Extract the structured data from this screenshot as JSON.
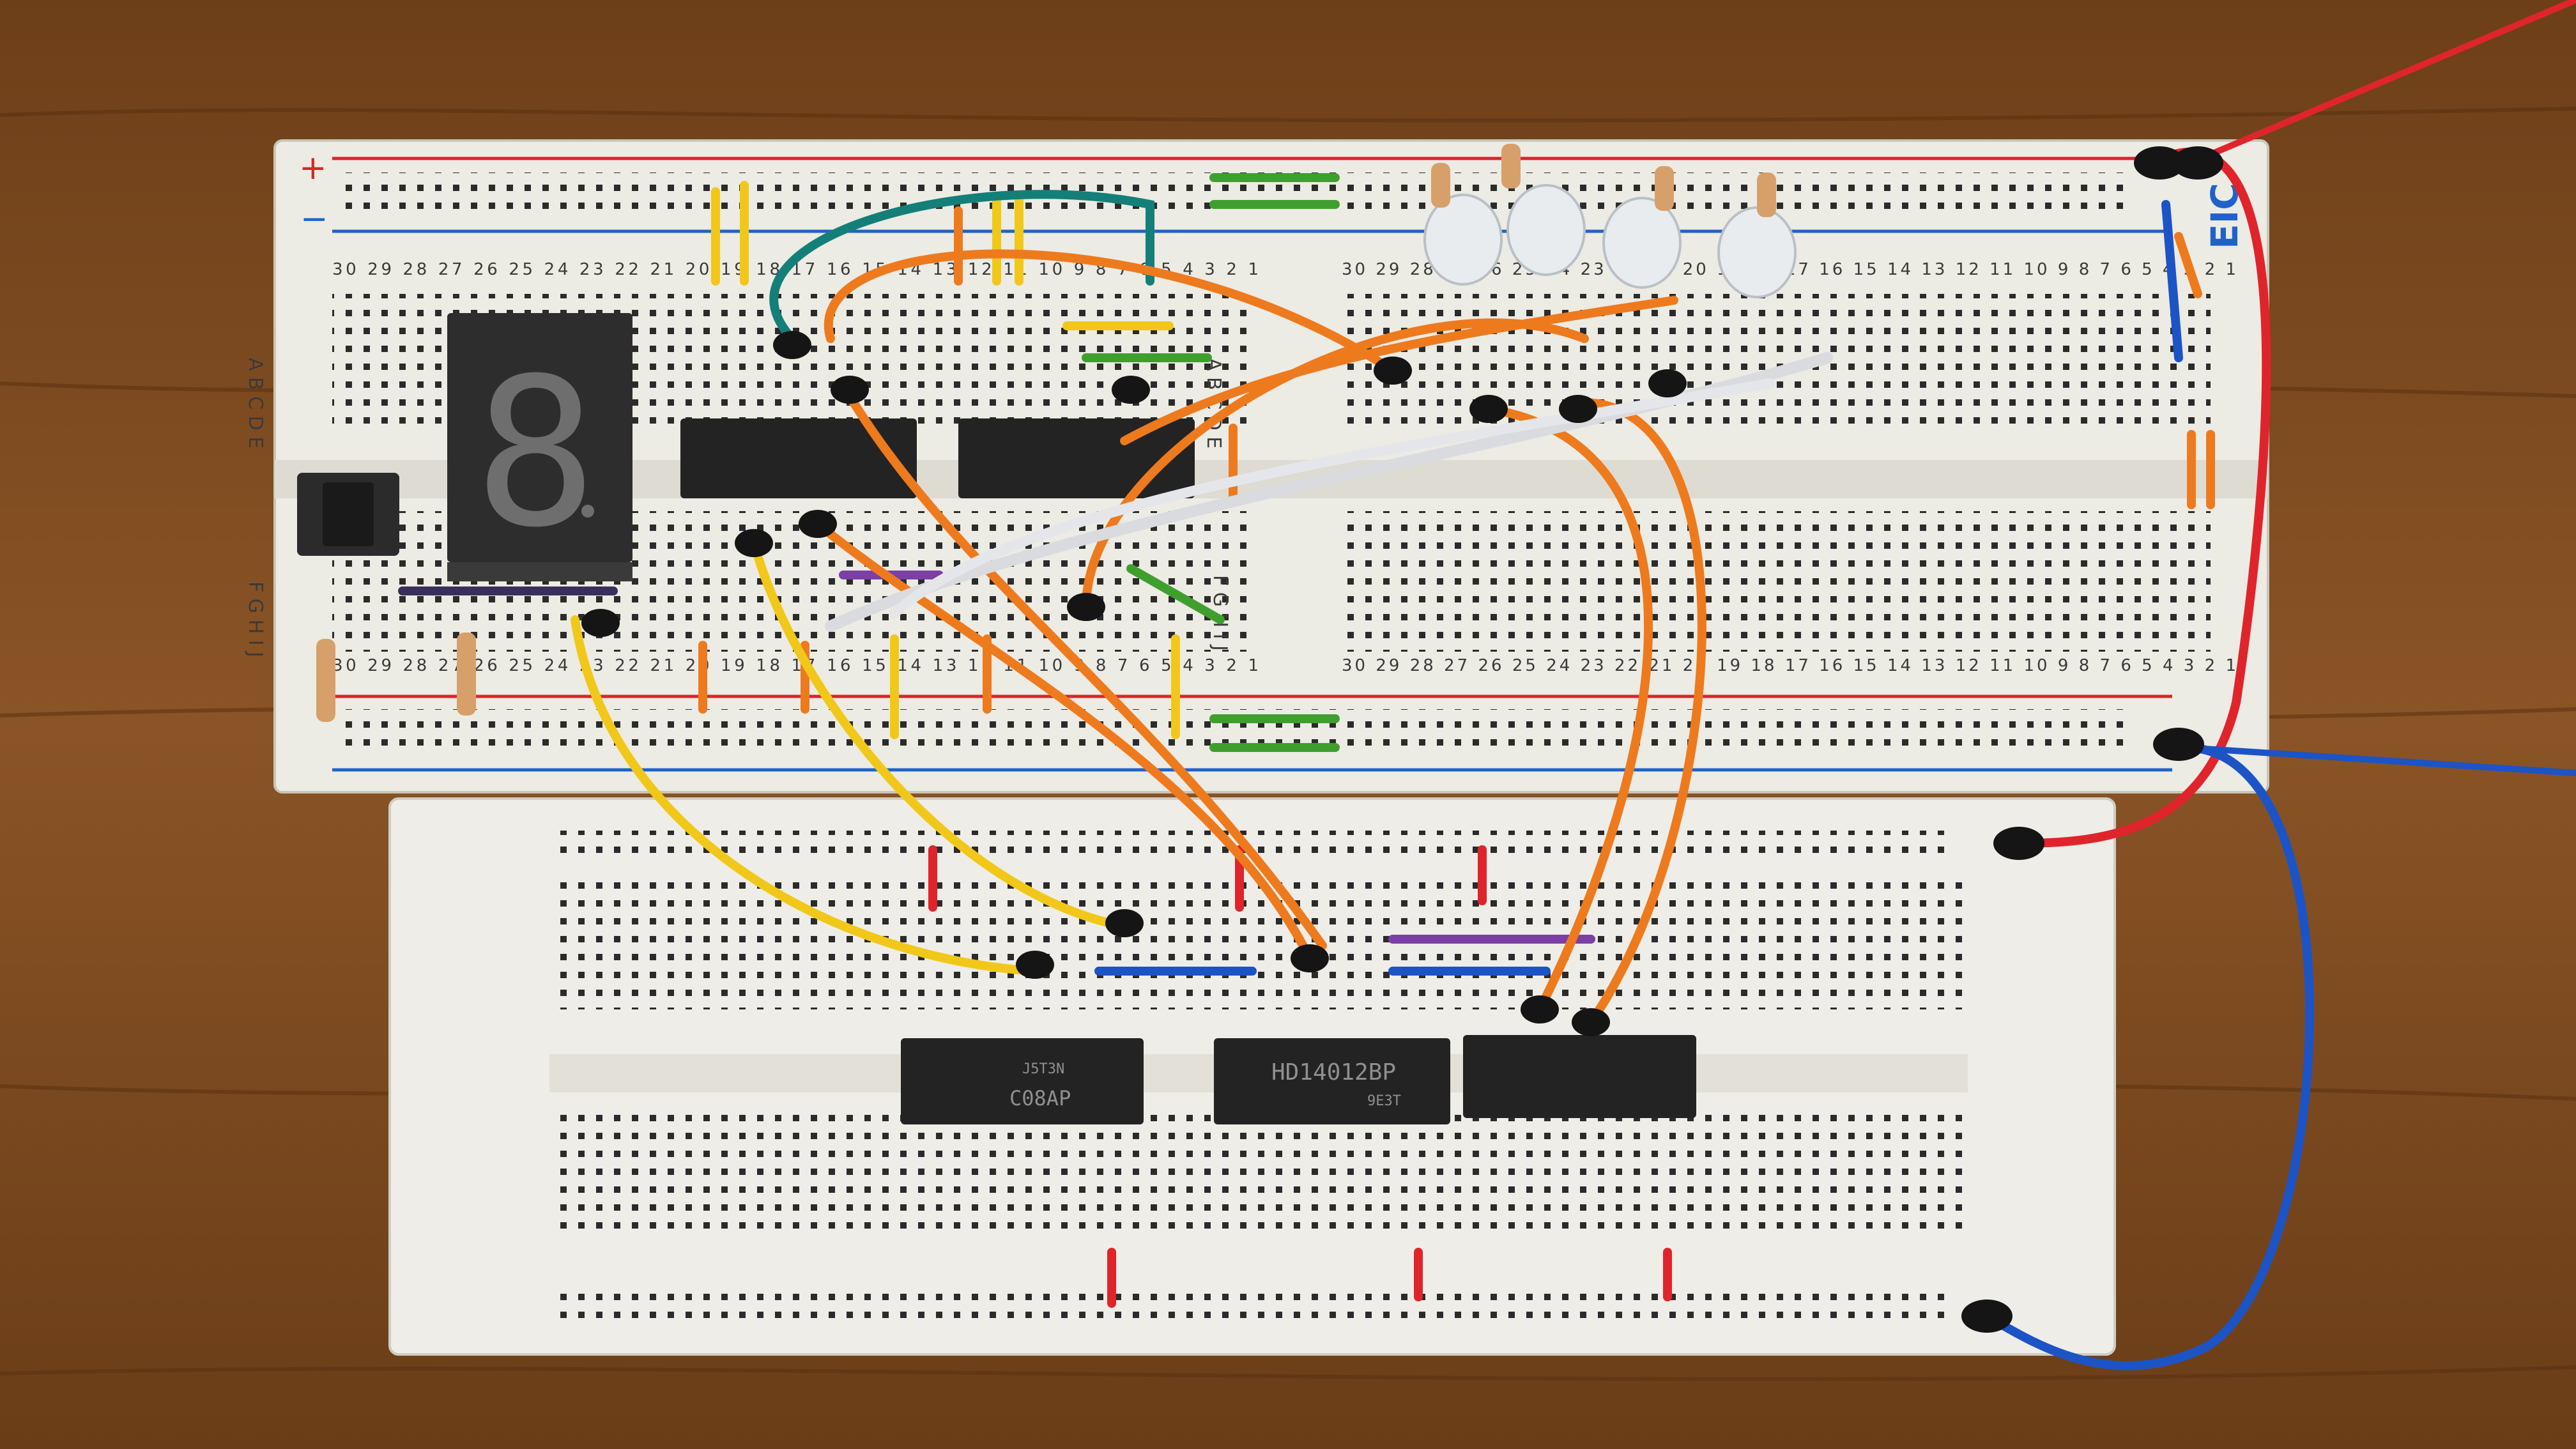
{
  "colors": {
    "table": "#7a4a20",
    "board": "#ecebe4",
    "power_red": "#d8262c",
    "power_blue": "#1f63c9",
    "chip": "#232323",
    "wire_yellow": "#f1c81a",
    "wire_orange": "#ee7a1e",
    "wire_red": "#e0242b",
    "wire_blue": "#1c54c6",
    "wire_green": "#3f9f2e",
    "wire_teal": "#147f79",
    "wire_gray": "#d9dbdf",
    "segment_display": "#2d2d2d"
  },
  "top_board": {
    "rail_plus": "+",
    "rail_minus": "−",
    "brand": "EIC",
    "row_letters_top": "A B C D E",
    "row_letters_bottom": "F G H I J",
    "column_numbers": "30 29 28 27 26 25 24 23 22 21 20 19 18 17 16 15 14 13 12 11 10 9 8 7 6 5 4 3 2 1"
  },
  "chips": {
    "left": {
      "label": "HD14012BP",
      "code": "9E3T"
    },
    "right": {
      "label": "C08AP",
      "code": "J5T3N"
    }
  },
  "display": {
    "digit": "8"
  }
}
